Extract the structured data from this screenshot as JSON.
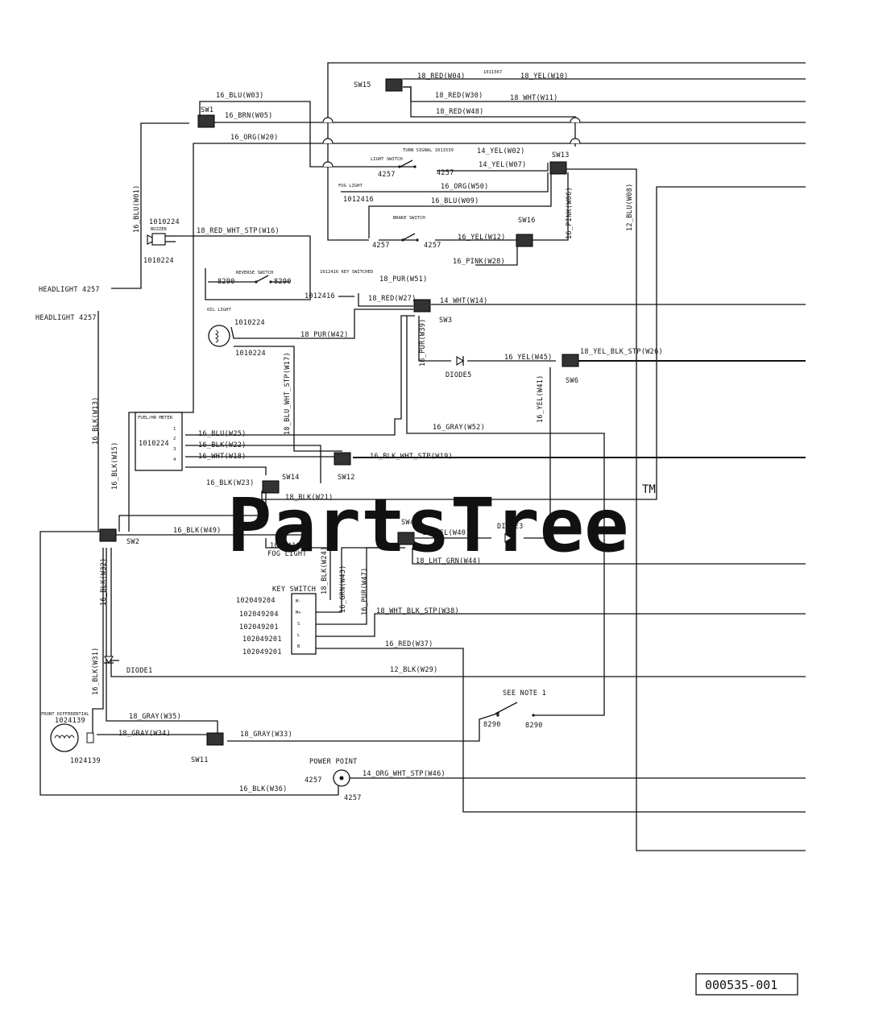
{
  "watermark": {
    "text": "PartsTree",
    "tm": "TM"
  },
  "reference": "000535-001",
  "switches": [
    "SW1",
    "SW15",
    "SW13",
    "SW16",
    "SW3",
    "SW6",
    "SW12",
    "SW14",
    "SW2",
    "SW4",
    "SW11"
  ],
  "components": {
    "buzzer": {
      "name": "BUZZER",
      "part_top": "1010224",
      "part_bottom": "1010224"
    },
    "headlight_1": "HEADLIGHT 4257",
    "headlight_2": "HEADLIGHT 4257",
    "light_switch": {
      "name": "LIGHT SWITCH",
      "left": "4257",
      "right": "4257"
    },
    "turn_signal": "TURN SIGNAL 1011539",
    "fog_light_upper": {
      "name": "FOG LIGHT",
      "part": "1012416"
    },
    "brake_switch": {
      "name": "BRAKE SWITCH",
      "left": "4257",
      "right": "4257"
    },
    "reverse_switch": {
      "name": "REVERSE SWITCH",
      "left": "8290",
      "right": "8290",
      "part": "1012416"
    },
    "key_switched": "1012416 KEY SWITCHED",
    "oil_light": {
      "name": "OIL LIGHT",
      "part_top": "1010224",
      "part_bottom": "1010224"
    },
    "diode5": "DIODE5",
    "diode3": "DIODE3",
    "diode1": "DIODE1",
    "fuel_hr_meter": {
      "name": "FUEL/HR METER",
      "part": "1010224",
      "pins": [
        "1",
        "2",
        "3",
        "4"
      ]
    },
    "fog_light_lower": {
      "part": "1012416",
      "name": "FOG LIGHT"
    },
    "key_switch": {
      "name": "KEY SWITCH",
      "terminals": [
        "M-",
        "M+",
        "S",
        "L",
        "B"
      ],
      "parts": [
        "102049204",
        "102049204",
        "102049201",
        "102049201",
        "102049201"
      ]
    },
    "see_note": {
      "text": "SEE NOTE 1",
      "left": "8290",
      "right": "8290"
    },
    "front_differential": {
      "name": "FRONT DIFFERENTIAL",
      "part_top": "1024139",
      "part_bottom": "1024139"
    },
    "power_point": {
      "name": "POWER POINT",
      "left": "4257",
      "bottom": "4257"
    },
    "part_1011567": "1011567"
  },
  "wires": {
    "w04": "18_RED(W04)",
    "w10": "18_YEL(W10)",
    "w30": "18_RED(W30)",
    "w11": "18_WHT(W11)",
    "w48": "18_RED(W48)",
    "w03": "16_BLU(W03)",
    "w05": "16_BRN(W05)",
    "w20": "16_ORG(W20)",
    "w02": "14_YEL(W02)",
    "w07": "14_YEL(W07)",
    "w50": "16_ORG(W50)",
    "w09": "16_BLU(W09)",
    "w06": "16_PINK(W06)",
    "w08": "12_BLU(W08)",
    "w01": "16_BLU(W01)",
    "w16": "18_RED_WHT_STP(W16)",
    "w12": "16_YEL(W12)",
    "w28": "16_PINK(W28)",
    "w51": "18_PUR(W51)",
    "w27": "18_RED(W27)",
    "w14": "14_WHT(W14)",
    "w42": "18_PUR(W42)",
    "w39": "16_PUR(W39)",
    "w45": "16_YEL(W45)",
    "w26": "18_YEL_BLK_STP(W26)",
    "w41": "16_YEL(W41)",
    "w17": "18_BLU_WHT_STP(W17)",
    "w52": "16_GRAY(W52)",
    "w25": "16_BLU(W25)",
    "w22": "16_BLK(W22)",
    "w18": "16_WHT(W18)",
    "w19": "16_BLK_WHT_STP(W19)",
    "w23": "16_BLK(W23)",
    "w21": "18_BLK(W21)",
    "w13": "16_BLK(W13)",
    "w15": "16_BLK(W15)",
    "w49": "16_BLK(W49)",
    "w24": "18_BLK(W24)",
    "w40": "16_YEL(W40)",
    "w44": "18_LHT_GRN(W44)",
    "w43": "16_GRN(W43)",
    "w47": "16_PUR(W47)",
    "w38": "18_WHT_BLK_STP(W38)",
    "w37": "16_RED(W37)",
    "w29": "12_BLK(W29)",
    "w32": "16_BLK(W32)",
    "w31": "16_BLK(W31)",
    "w35": "18_GRAY(W35)",
    "w34": "18_GRAY(W34)",
    "w33": "18_GRAY(W33)",
    "w46": "14_ORG_WHT_STP(W46)",
    "w36": "16_BLK(W36)"
  }
}
